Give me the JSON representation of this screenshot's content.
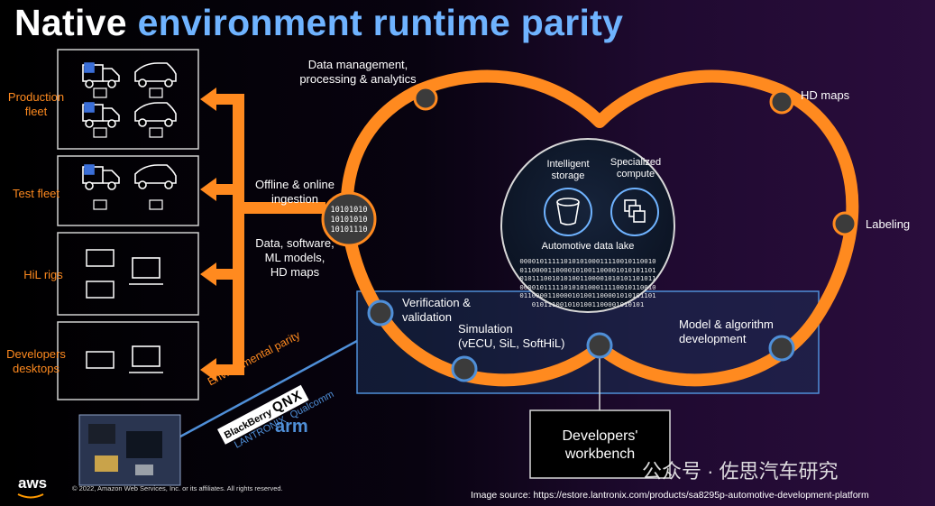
{
  "title": {
    "main": "Native",
    "accent": "environment runtime parity"
  },
  "left_groups": [
    {
      "label_line1": "Production",
      "label_line2": "fleet"
    },
    {
      "label_line1": "Test fleet",
      "label_line2": ""
    },
    {
      "label_line1": "HiL rigs",
      "label_line2": ""
    },
    {
      "label_line1": "Developers",
      "label_line2": "desktops"
    }
  ],
  "ingestion": {
    "offline_line1": "Offline & online",
    "offline_line2": "ingestion",
    "data_line1": "Data, software,",
    "data_line2": "ML models,",
    "data_line3": "HD maps",
    "binary_line1": "10101010",
    "binary_line2": "10101010",
    "binary_line3": "10101110"
  },
  "loop_nodes": {
    "data_mgmt_line1": "Data management,",
    "data_mgmt_line2": "processing & analytics",
    "hd_maps": "HD maps",
    "labeling": "Labeling",
    "verification_line1": "Verification &",
    "verification_line2": "validation",
    "simulation_line1": "Simulation",
    "simulation_line2": "(vECU, SiL, SoftHiL)",
    "model_line1": "Model & algorithm",
    "model_line2": "development"
  },
  "data_lake": {
    "storage_line1": "Intelligent",
    "storage_line2": "storage",
    "compute_line1": "Specialized",
    "compute_line2": "compute",
    "label": "Automotive data lake",
    "binary_rows": [
      "0000101111101010100011110010110010",
      "0110000110000101001100001010101101",
      "0101110010101001100001010101101011",
      "0000101111101010100011110010110010",
      "0110000110000101001100001010101101",
      "0101110010101001100001010101"
    ]
  },
  "parity": {
    "label": "Environmental parity",
    "blackberry": "BlackBerry",
    "qnx": "QNX",
    "lantronix": "LANTRONIX",
    "qualcomm": "Qualcomm",
    "arm": "arm"
  },
  "workbench": {
    "line1": "Developers'",
    "line2": "workbench"
  },
  "footer": {
    "aws": "aws",
    "copyright": "© 2022, Amazon Web Services, Inc. or its affiliates. All rights reserved.",
    "source": "Image source: https://estore.lantronix.com/products/sa8295p-automotive-development-platform",
    "watermark": "公众号 · 佐思汽车研究"
  },
  "colors": {
    "orange": "#ff8a1f",
    "accent_blue": "#6fb3ff",
    "panel_border": "#4f8fd8"
  }
}
